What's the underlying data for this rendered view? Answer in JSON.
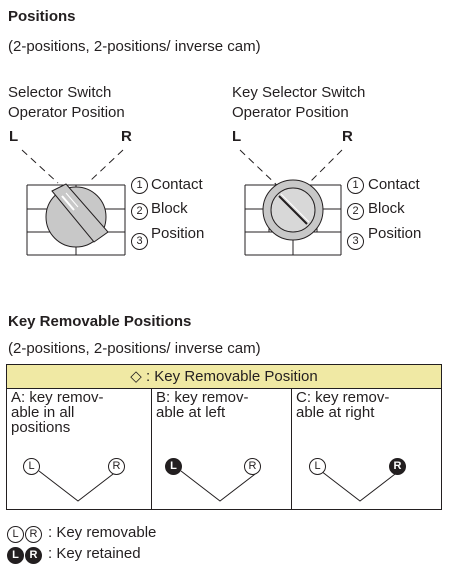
{
  "positions": {
    "title": "Positions",
    "subtitle": "(2-positions, 2-positions/ inverse cam)"
  },
  "selector_switch": {
    "label_line1": "Selector Switch",
    "label_line2": "Operator Position",
    "left": "L",
    "right": "R",
    "contact_1": "1",
    "contact_2": "2",
    "contact_3": "3",
    "contact_text_1": "Contact",
    "contact_text_2": "Block",
    "contact_text_3": "Position"
  },
  "key_selector_switch": {
    "label_line1": "Key Selector Switch",
    "label_line2": "Operator Position",
    "left": "L",
    "right": "R",
    "contact_1": "1",
    "contact_2": "2",
    "contact_3": "3",
    "contact_text_1": "Contact",
    "contact_text_2": "Block",
    "contact_text_3": "Position"
  },
  "key_removable": {
    "title": "Key Removable Positions",
    "subtitle": "(2-positions, 2-positions/ inverse cam)",
    "table_header_symbol": "◇",
    "table_header": ": Key Removable Position",
    "columns": [
      {
        "line1": "A: key remov-",
        "line2": "able in all",
        "line3": "positions",
        "left": "L",
        "right": "R",
        "left_state": "removable",
        "right_state": "removable"
      },
      {
        "line1": "B: key remov-",
        "line2": "able at left",
        "line3": "",
        "left": "L",
        "right": "R",
        "left_state": "retained",
        "right_state": "removable"
      },
      {
        "line1": "C: key remov-",
        "line2": "able at right",
        "line3": "",
        "left": "L",
        "right": "R",
        "left_state": "removable",
        "right_state": "retained"
      }
    ]
  },
  "legend": {
    "removable_left": "L",
    "removable_right": "R",
    "removable_text": ": Key removable",
    "retained_left": "L",
    "retained_right": "R",
    "retained_text": ": Key retained"
  },
  "colors": {
    "header_fill": "#f0e9a4",
    "knob_fill": "#c8c8c8",
    "line": "#231f20"
  }
}
